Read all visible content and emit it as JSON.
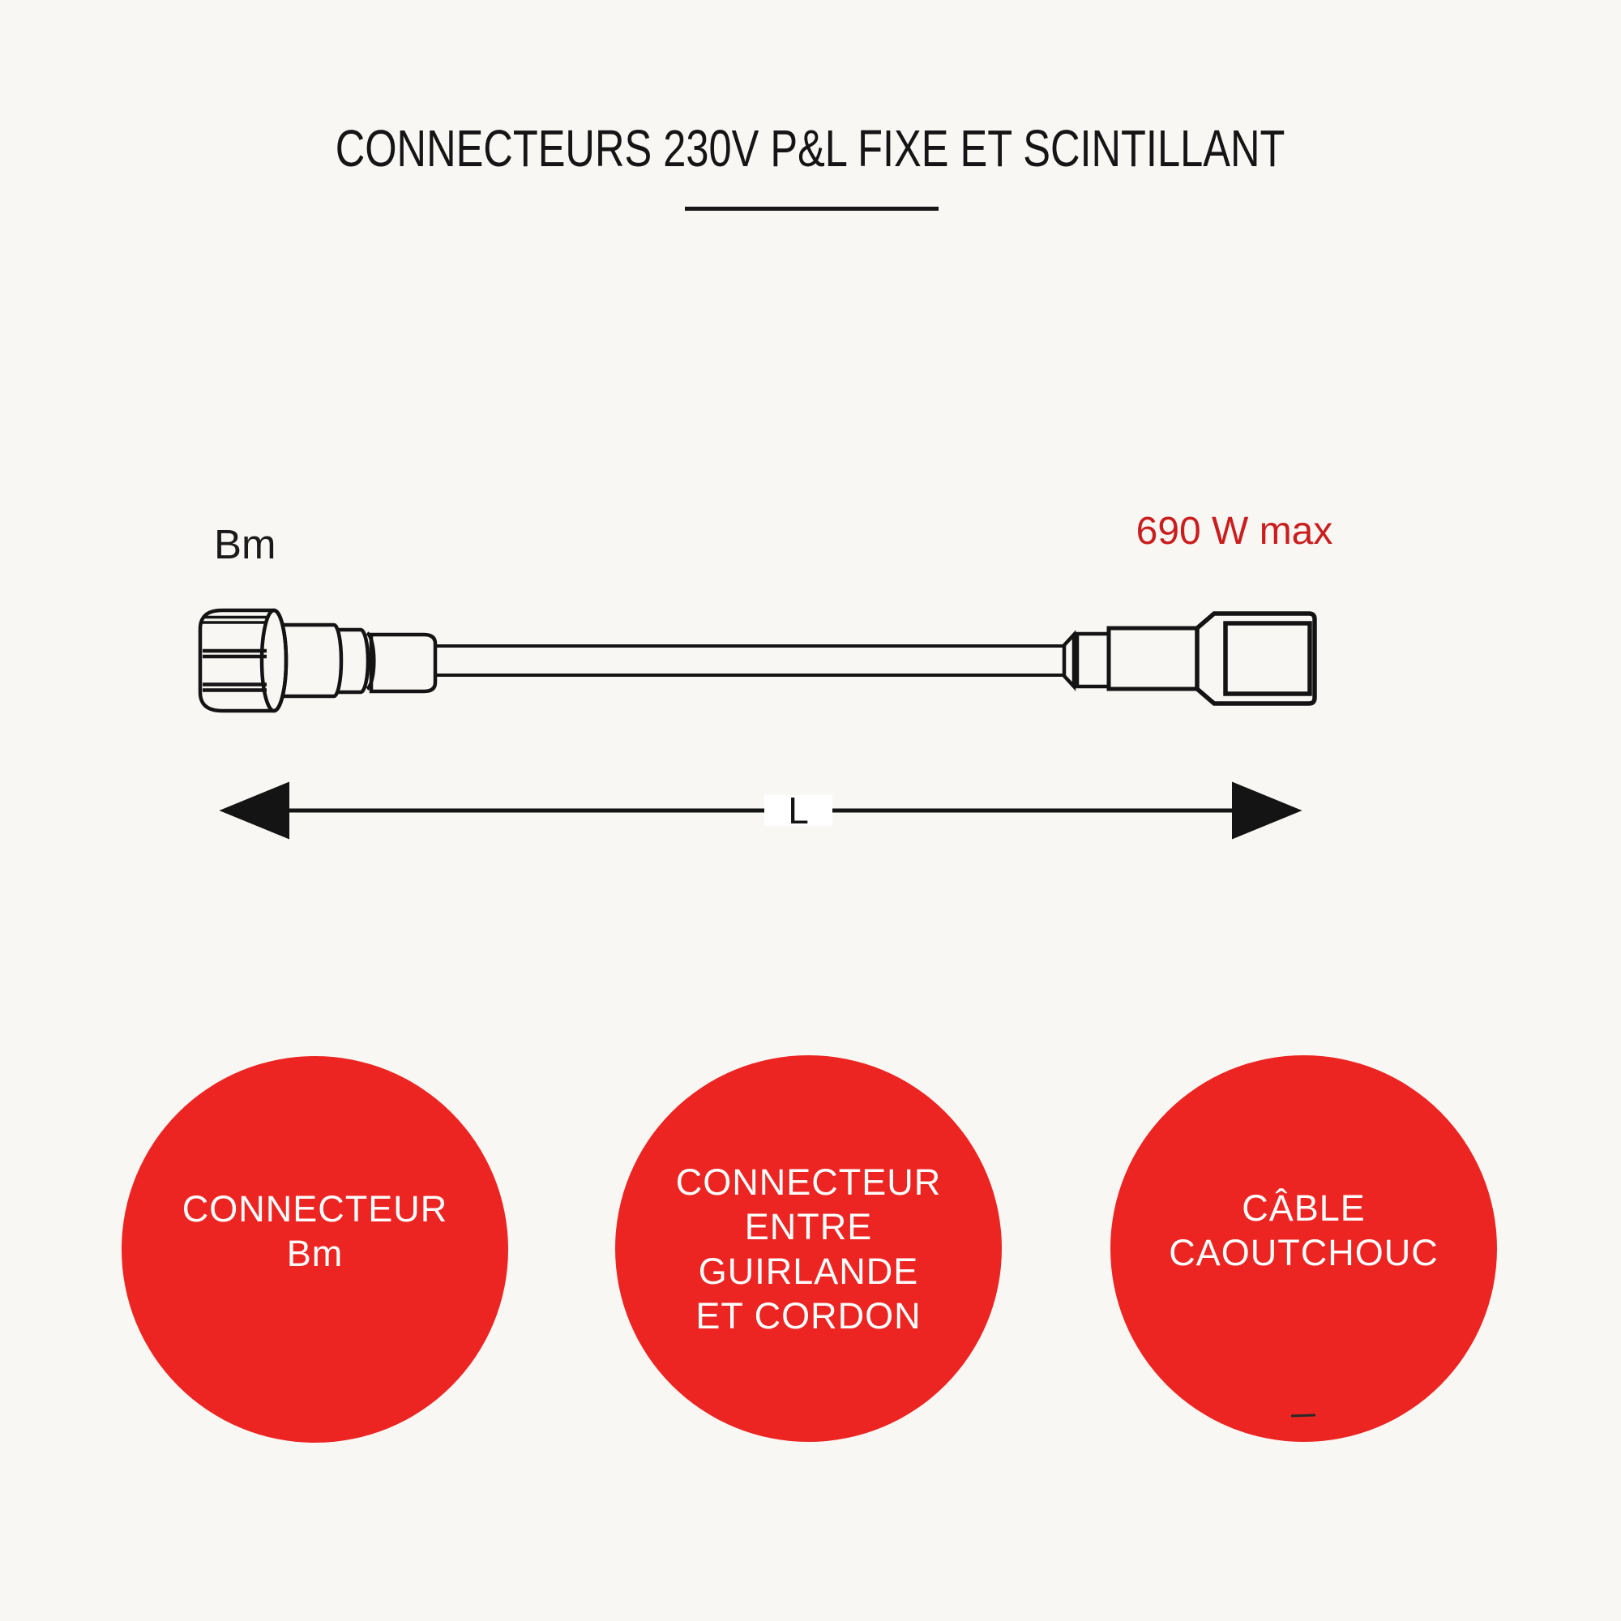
{
  "title": "CONNECTEURS 230V P&L FIXE ET SCINTILLANT",
  "diagram": {
    "connector_left_label": "Bm",
    "max_power_label": "690 W max",
    "length_label": "L"
  },
  "legend_circles": [
    {
      "lines": [
        "CONNECTEUR",
        "Bm"
      ]
    },
    {
      "lines": [
        "CONNECTEUR",
        "ENTRE",
        "GUIRLANDE",
        "ET CORDON"
      ]
    },
    {
      "lines": [
        "CÂBLE",
        "CAOUTCHOUC"
      ]
    }
  ],
  "colors": {
    "background": "#f9f7f4",
    "circle_red": "#ec2522",
    "power_label_red": "#ca1e1e",
    "line_black": "#141414"
  }
}
